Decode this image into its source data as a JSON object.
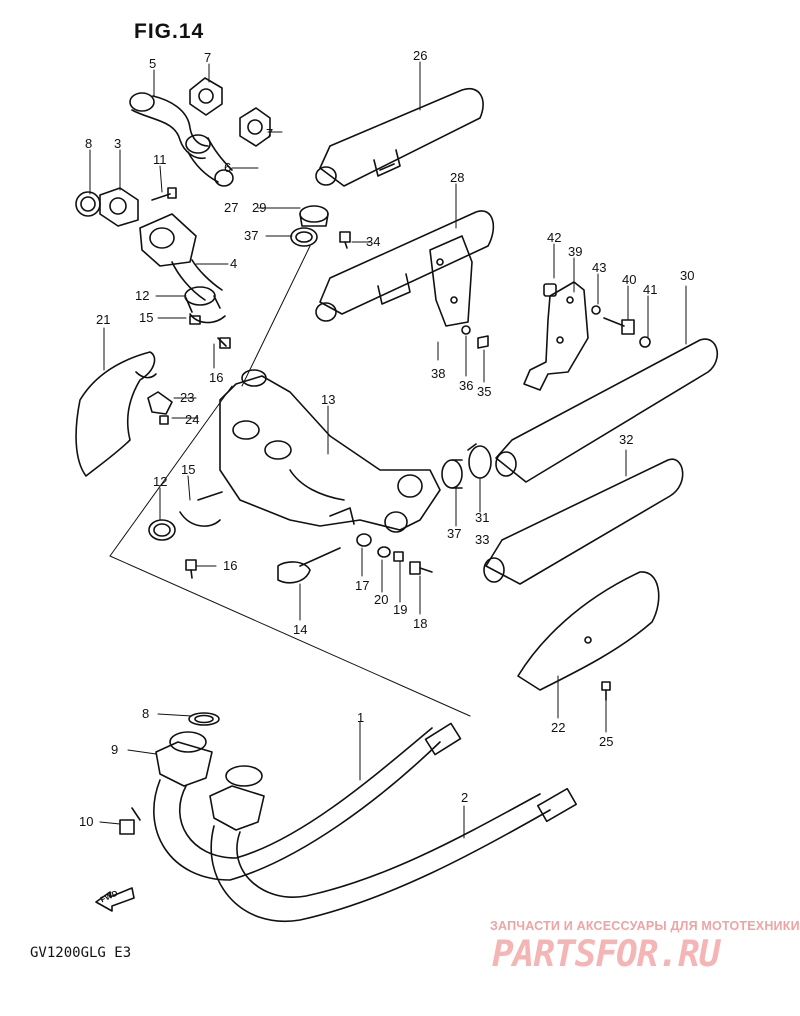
{
  "figure": {
    "title": "FIG.14",
    "model": "GV1200GLG  E3"
  },
  "watermark": {
    "tagline": "ЗАПЧАСТИ И АКСЕССУАРЫ ДЛЯ МОТОТЕХНИКИ",
    "brand": "PARTSFOR.RU",
    "color": "#f2a2a2"
  },
  "fwd_arrow": {
    "label": "FWD",
    "icon": "arrow-left-icon"
  },
  "part_labels": [
    "5",
    "7",
    "7",
    "6",
    "8",
    "3",
    "11",
    "4",
    "27",
    "29",
    "37",
    "34",
    "26",
    "28",
    "12",
    "15",
    "16",
    "21",
    "23",
    "24",
    "13",
    "42",
    "39",
    "43",
    "40",
    "41",
    "30",
    "38",
    "36",
    "35",
    "12",
    "15",
    "16",
    "14",
    "17",
    "20",
    "19",
    "18",
    "37",
    "31",
    "33",
    "32",
    "22",
    "25",
    "8",
    "9",
    "1",
    "2",
    "10"
  ]
}
